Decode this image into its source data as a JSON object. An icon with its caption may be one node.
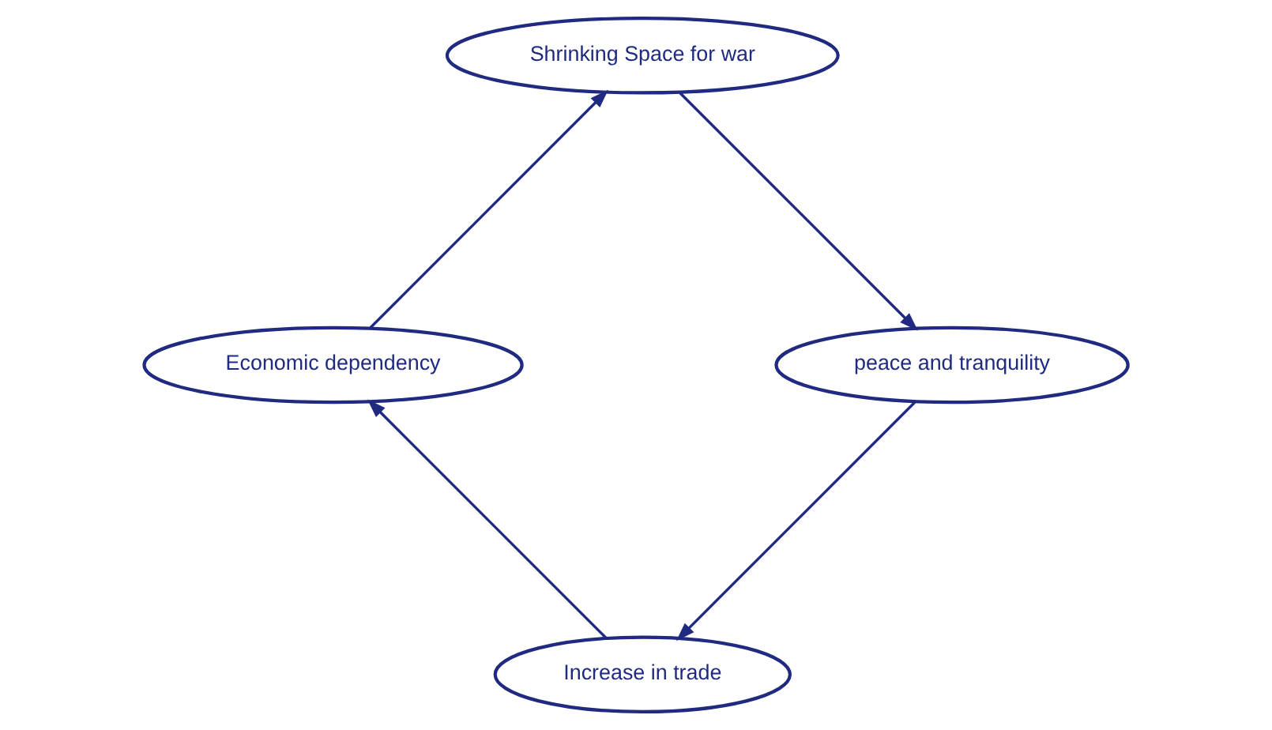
{
  "diagram": {
    "nodes": [
      {
        "text": [
          "Increase in trade"
        ]
      },
      {
        "text": [
          "Economic dependency"
        ]
      },
      {
        "text": [
          "Shrinking Space for war"
        ]
      },
      {
        "text": [
          "peace and tranquility"
        ]
      }
    ],
    "edges": [
      {
        "from": 0,
        "to": 1,
        "arrow": "to"
      },
      {
        "from": 1,
        "to": 2,
        "arrow": "to"
      },
      {
        "from": 2,
        "to": 3,
        "arrow": "to"
      },
      {
        "from": 3,
        "to": 0,
        "arrow": "to"
      }
    ]
  }
}
